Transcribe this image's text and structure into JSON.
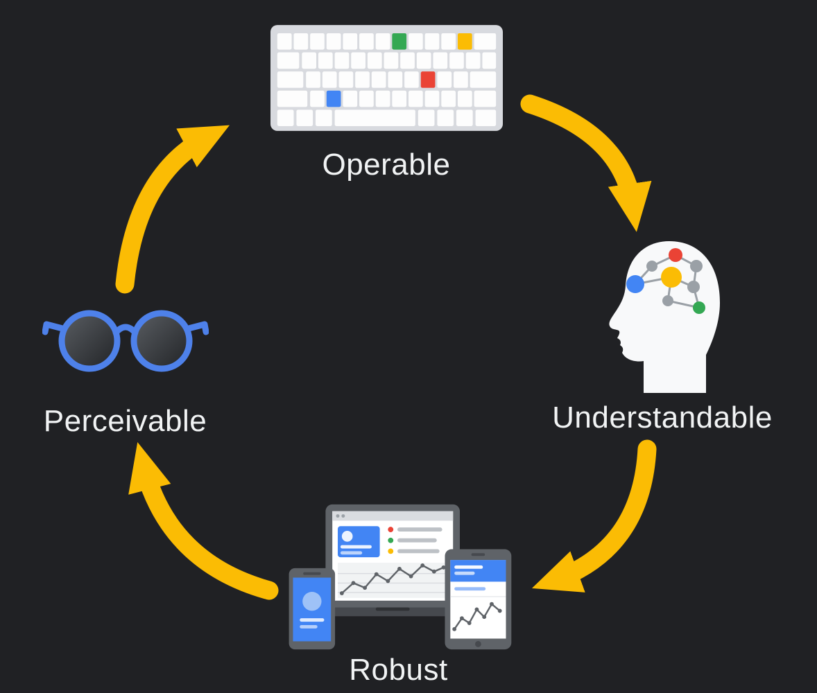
{
  "diagram": {
    "type": "cycle",
    "nodes": [
      {
        "id": "operable",
        "label": "Operable",
        "icon": "keyboard-icon"
      },
      {
        "id": "understandable",
        "label": "Understandable",
        "icon": "head-brain-icon"
      },
      {
        "id": "robust",
        "label": "Robust",
        "icon": "devices-icon"
      },
      {
        "id": "perceivable",
        "label": "Perceivable",
        "icon": "glasses-icon"
      }
    ],
    "arrows": [
      {
        "from": "Operable",
        "to": "Understandable"
      },
      {
        "from": "Understandable",
        "to": "Robust"
      },
      {
        "from": "Robust",
        "to": "Perceivable"
      },
      {
        "from": "Perceivable",
        "to": "Operable"
      }
    ]
  },
  "principles": [
    {
      "label": "Operable"
    },
    {
      "label": "Understandable"
    },
    {
      "label": "Robust"
    },
    {
      "label": "Perceivable"
    }
  ],
  "colors": {
    "background": "#202124",
    "text": "#f1f3f4",
    "arrow": "#fbbc04",
    "blue": "#4285f4",
    "red": "#ea4335",
    "yellow": "#fbbc04",
    "green": "#34a853",
    "gray": "#9aa0a6",
    "glasses-frame": "#4e81ea"
  }
}
